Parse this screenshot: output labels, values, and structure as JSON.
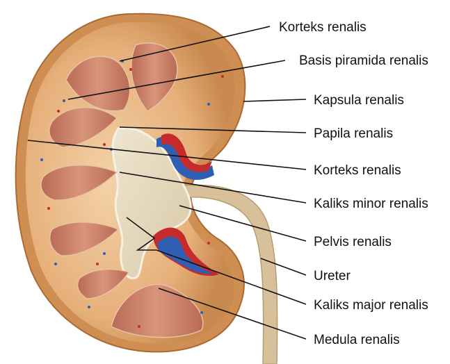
{
  "labels": [
    {
      "id": "korteks-renalis-1",
      "text": "Korteks renalis"
    },
    {
      "id": "basis-piramida-renalis",
      "text": "Basis piramida renalis"
    },
    {
      "id": "kapsula-renalis",
      "text": "Kapsula renalis"
    },
    {
      "id": "papila-renalis",
      "text": "Papila renalis"
    },
    {
      "id": "korteks-renalis-2",
      "text": "Korteks renalis"
    },
    {
      "id": "kaliks-minor-renalis",
      "text": "Kaliks minor renalis"
    },
    {
      "id": "pelvis-renalis",
      "text": "Pelvis renalis"
    },
    {
      "id": "ureter",
      "text": "Ureter"
    },
    {
      "id": "kaliks-major-renalis",
      "text": "Kaliks major renalis"
    },
    {
      "id": "medula-renalis",
      "text": "Medula renalis"
    }
  ],
  "colors": {
    "capsule": "#d99a5c",
    "cortex": "#e8b887",
    "pyramid": "#c98468",
    "pelvis": "#e8dcc4",
    "artery": "#c62b2b",
    "vein": "#2f5fb3",
    "leader": "#111111"
  }
}
